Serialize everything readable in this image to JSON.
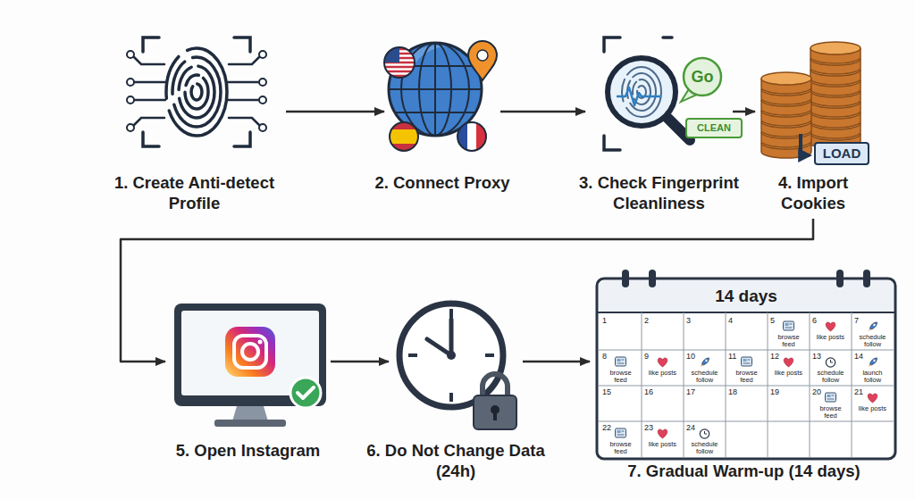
{
  "diagram": {
    "nodes": [
      {
        "text": [
          "1. Create Anti-detect Profile"
        ]
      },
      {
        "text": [
          "2. Connect Proxy"
        ]
      },
      {
        "text": [
          "3. Check Fingerprint Cleanliness"
        ]
      },
      {
        "text": [
          "4. Import Cookies"
        ]
      },
      {
        "text": [
          "5. Open Instagram"
        ]
      },
      {
        "text": [
          "6. Do Not Change Data (24h)"
        ]
      },
      {
        "text": [
          "7. Gradual Warm-up (14 days)"
        ]
      }
    ],
    "edges": [
      {
        "from": 0,
        "to": 1,
        "arrow": "to"
      },
      {
        "from": 1,
        "to": 2,
        "arrow": "to"
      },
      {
        "from": 2,
        "to": 3,
        "arrow": "to"
      },
      {
        "from": 3,
        "to": 4,
        "arrow": "to"
      },
      {
        "from": 4,
        "to": 5,
        "arrow": "to"
      },
      {
        "from": 5,
        "to": 6,
        "arrow": "to"
      }
    ],
    "labels": [
      "Go",
      "CLEAN",
      "LOAD",
      "14 days",
      "1",
      "2",
      "3",
      "4",
      "5",
      "browse feed",
      "6",
      "like posts",
      "7",
      "schedule follow",
      "8",
      "browse feed",
      "9",
      "like posts",
      "10",
      "schedule follow",
      "11",
      "browse feed",
      "12",
      "like posts",
      "13",
      "schedule follow",
      "14",
      "launch follow",
      "15",
      "16",
      "17",
      "18",
      "19",
      "20",
      "browse feed",
      "21",
      "like posts",
      "22",
      "browse feed",
      "23",
      "like posts",
      "24",
      "schedule follow"
    ]
  }
}
